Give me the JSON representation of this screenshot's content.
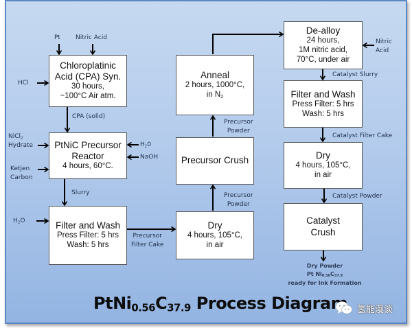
{
  "title": {
    "prefix": "PtNi",
    "sub1": "0.56",
    "mid": "C",
    "sub2": "37.9",
    "suffix": " Process Diagram"
  },
  "watermark": {
    "icon": "wechat-icon",
    "text": "氢能漫谈"
  },
  "colors": {
    "panel_top": "#c6d9f0",
    "panel_bottom": "#93b4e2",
    "panel_border": "#5b86c4",
    "box_fill": "#ffffff",
    "arrow": "#000000"
  },
  "steps": {
    "cpa": {
      "title_1": "Chloroplatinic",
      "title_2": "Acid (CPA) Syn.",
      "sub_1": "30 hours,",
      "sub_2": "~100°C Air atm."
    },
    "reactor": {
      "title_1": "PtNiC Precursor",
      "title_2": "Reactor",
      "sub_1": "4 hours, 60°C."
    },
    "filter1": {
      "title_1": "Filter and Wash",
      "sub_1": "Press Filter: 5 hrs",
      "sub_2": "Wash: 5 hrs"
    },
    "dry1": {
      "title_1": "Dry",
      "sub_1": "4 hours, 105°C,",
      "sub_2": "in air"
    },
    "crush1": {
      "title_1": "Precursor Crush"
    },
    "anneal": {
      "title_1": "Anneal",
      "sub_1": "2 hours, 1000°C,",
      "sub_2_prefix": "in N",
      "sub_2_sub": "2"
    },
    "dealloy": {
      "title_1": "De-alloy",
      "sub_1": "24 hours,",
      "sub_2": "1M nitric acid,",
      "sub_3": "70°C, under air"
    },
    "filter2": {
      "title_1": "Filter and Wash",
      "sub_1": "Press Filter: 5 hrs",
      "sub_2": "Wash:  5 hrs"
    },
    "dry2": {
      "title_1": "Dry",
      "sub_1": "4 hours, 105°C,",
      "sub_2": "in air"
    },
    "crush2": {
      "title_1": "Catalyst",
      "title_2": "Crush"
    }
  },
  "inputs": {
    "pt": "Pt",
    "nitric_acid": "Nitric Acid",
    "hcl": "HCl",
    "nicl2_prefix": "NiCl",
    "nicl2_sub": "2",
    "nicl2_line2": "Hydrate",
    "ketjen_1": "Ketjen",
    "ketjen_2": "Carbon",
    "h2o_reactor_prefix": "H",
    "h2o_reactor_sub": "2",
    "h2o_reactor_suffix": "0",
    "naoh": "NaOH",
    "h2o_filter_prefix": "H",
    "h2o_filter_sub": "2",
    "h2o_filter_suffix": "O",
    "nitric_dealloy_1": "Nitric",
    "nitric_dealloy_2": "Acid"
  },
  "flows": {
    "cpa_solid": "CPA (solid)",
    "slurry": "Slurry",
    "filter_cake_1": "Precursor",
    "filter_cake_2": "Filter Cake",
    "powder_a_1": "Precursor",
    "powder_a_2": "Powder",
    "powder_b_1": "Precursor",
    "powder_b_2": "Powder",
    "catalyst_slurry": "Catalyst Slurry",
    "catalyst_filter_cake": "Catalyst Filter Cake",
    "catalyst_powder": "Catalyst Powder"
  },
  "output": {
    "line1": "Dry Powder",
    "line2_prefix": "Pt Ni",
    "line2_sub1": "0.56",
    "line2_mid": "C",
    "line2_sub2": "37.9",
    "line3": "ready for Ink Formation"
  }
}
